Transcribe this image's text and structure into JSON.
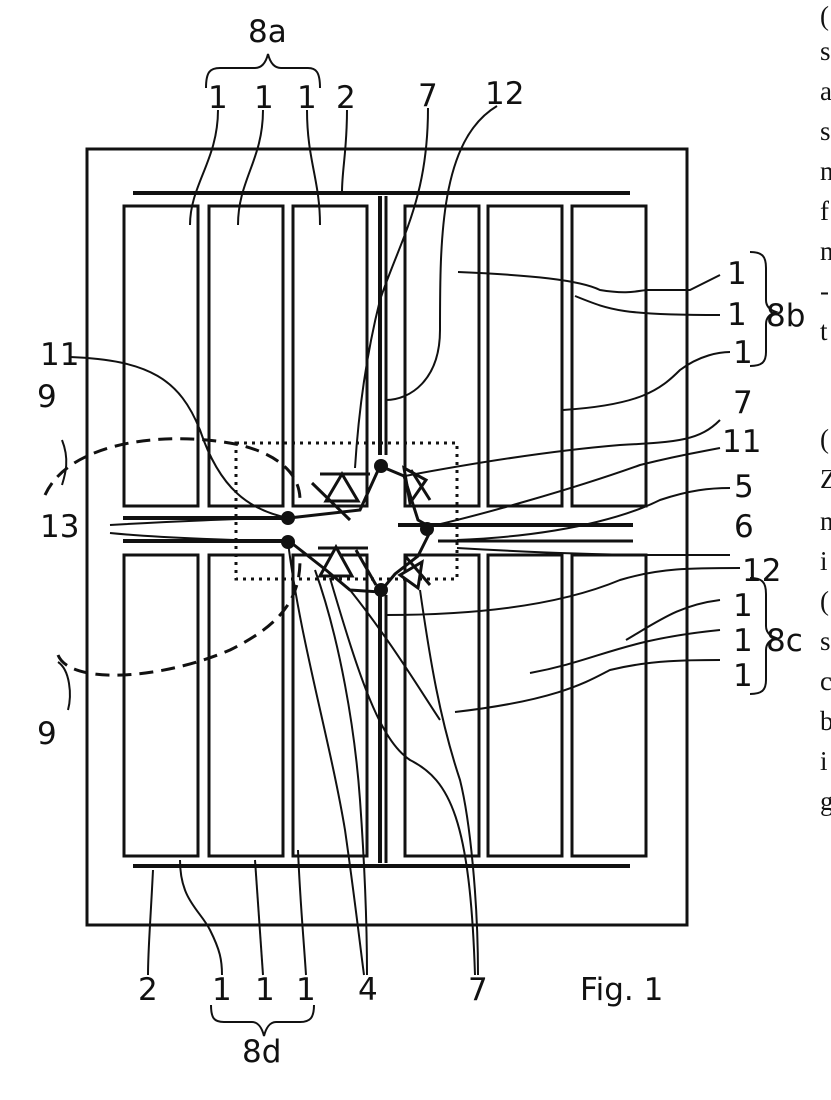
{
  "figure": {
    "caption": "Fig. 1",
    "group_labels": {
      "top": "8a",
      "right_upper": "8b",
      "right_lower": "8c",
      "bottom": "8d"
    },
    "callouts": {
      "top_1a": "1",
      "top_1b": "1",
      "top_1c": "1",
      "top_2": "2",
      "top_7": "7",
      "top_12": "12",
      "r_1a": "1",
      "r_1b": "1",
      "r_1c": "1",
      "r_7": "7",
      "r_11": "11",
      "r_5": "5",
      "r_6": "6",
      "r_12": "12",
      "r_1d": "1",
      "r_1e": "1",
      "r_1f": "1",
      "l_11": "11",
      "l_9a": "9",
      "l_13": "13",
      "l_9b": "9",
      "b_2": "2",
      "b_1a": "1",
      "b_1b": "1",
      "b_1c": "1",
      "b_4": "4",
      "b_7": "7"
    },
    "cell_label": "1"
  },
  "margin_text_fragments": [
    "(",
    "s",
    "a",
    "s",
    "n",
    "f",
    "n",
    "-",
    "t",
    "(",
    "Z",
    "n",
    "i",
    "(",
    "s",
    "c",
    "b",
    "i",
    "g"
  ]
}
